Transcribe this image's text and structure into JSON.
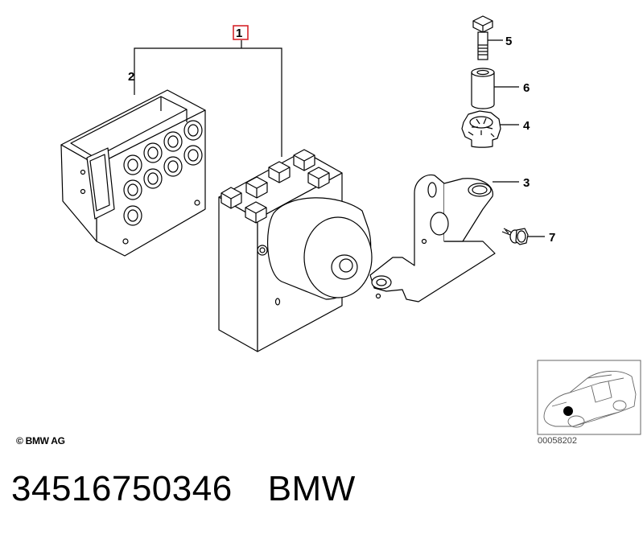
{
  "callouts": {
    "c1": "1",
    "c2": "2",
    "c3": "3",
    "c4": "4",
    "c5": "5",
    "c6": "6",
    "c7": "7"
  },
  "footer": {
    "copyright": "© BMW AG",
    "reference_code": "00058202"
  },
  "caption": {
    "part_number": "34516750346",
    "brand": "BMW"
  },
  "colors": {
    "line": "#000000",
    "highlight_box": "#d6262b",
    "marker": "#000000"
  }
}
